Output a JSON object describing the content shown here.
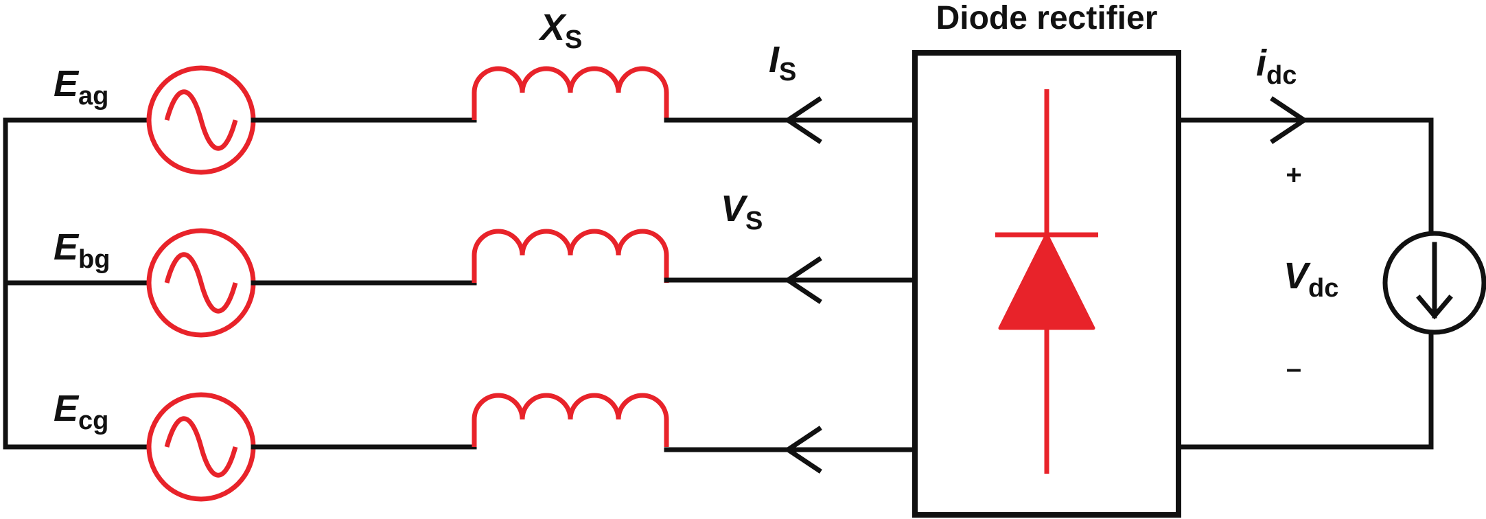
{
  "title": "Diode rectifier",
  "labels": {
    "xs_main": "X",
    "xs_sub": "S",
    "is_main": "I",
    "is_sub": "S",
    "vs_main": "V",
    "vs_sub": "S",
    "idc_main": "i",
    "idc_sub": "dc",
    "vdc_main": "V",
    "vdc_sub": "dc",
    "plus": "+",
    "minus": "–"
  },
  "sources": [
    {
      "main": "E",
      "sub": "ag"
    },
    {
      "main": "E",
      "sub": "bg"
    },
    {
      "main": "E",
      "sub": "cg"
    }
  ],
  "colors": {
    "wire": "#111111",
    "component": "#e8232a"
  }
}
